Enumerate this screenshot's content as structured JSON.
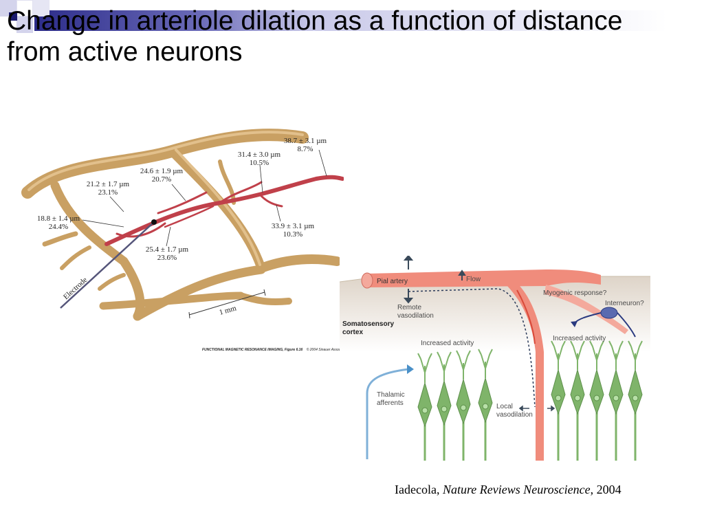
{
  "title": "Change in arteriole dilation as a function of distance from active neurons",
  "figure1": {
    "measurements": [
      {
        "size": "38.7 ± 3.1 µm",
        "pct": "8.7%"
      },
      {
        "size": "31.4 ± 3.0 µm",
        "pct": "10.5%"
      },
      {
        "size": "24.6 ± 1.9 µm",
        "pct": "20.7%"
      },
      {
        "size": "21.2 ± 1.7 µm",
        "pct": "23.1%"
      },
      {
        "size": "18.8 ± 1.4 µm",
        "pct": "24.4%"
      },
      {
        "size": "25.4 ± 1.7 µm",
        "pct": "23.6%"
      },
      {
        "size": "33.9 ± 3.1 µm",
        "pct": "10.3%"
      }
    ],
    "electrode_label": "Electrode",
    "scale_label": "1 mm",
    "credit_text": "FUNCTIONAL MAGNETIC RESONANCE IMAGING, Figure 6.16",
    "credit_copyright": "© 2004 Sinauer Assoc"
  },
  "figure2": {
    "pial_artery": "Pial artery",
    "flow": "Flow",
    "myogenic": "Myogenic response?",
    "interneuron": "Interneuron?",
    "remote_line1": "Remote",
    "remote_line2": "vasodilation",
    "somato_line1": "Somatosensory",
    "somato_line2": "cortex",
    "increased_left": "Increased activity",
    "increased_right": "Increased activity",
    "thalamic_line1": "Thalamic",
    "thalamic_line2": "afferents",
    "local_line1": "Local",
    "local_line2": "vasodilation"
  },
  "citation": {
    "author": "Iadecola,",
    "journal": "Nature Reviews Neuroscience",
    "year": ", 2004"
  },
  "colors": {
    "vessel_tan": "#c9a063",
    "arteriole_red": "#c0404a",
    "neuron_green": "#7fb46a",
    "artery_pink": "#f08c7c",
    "title_bar_blue": "#2c2c8a"
  }
}
